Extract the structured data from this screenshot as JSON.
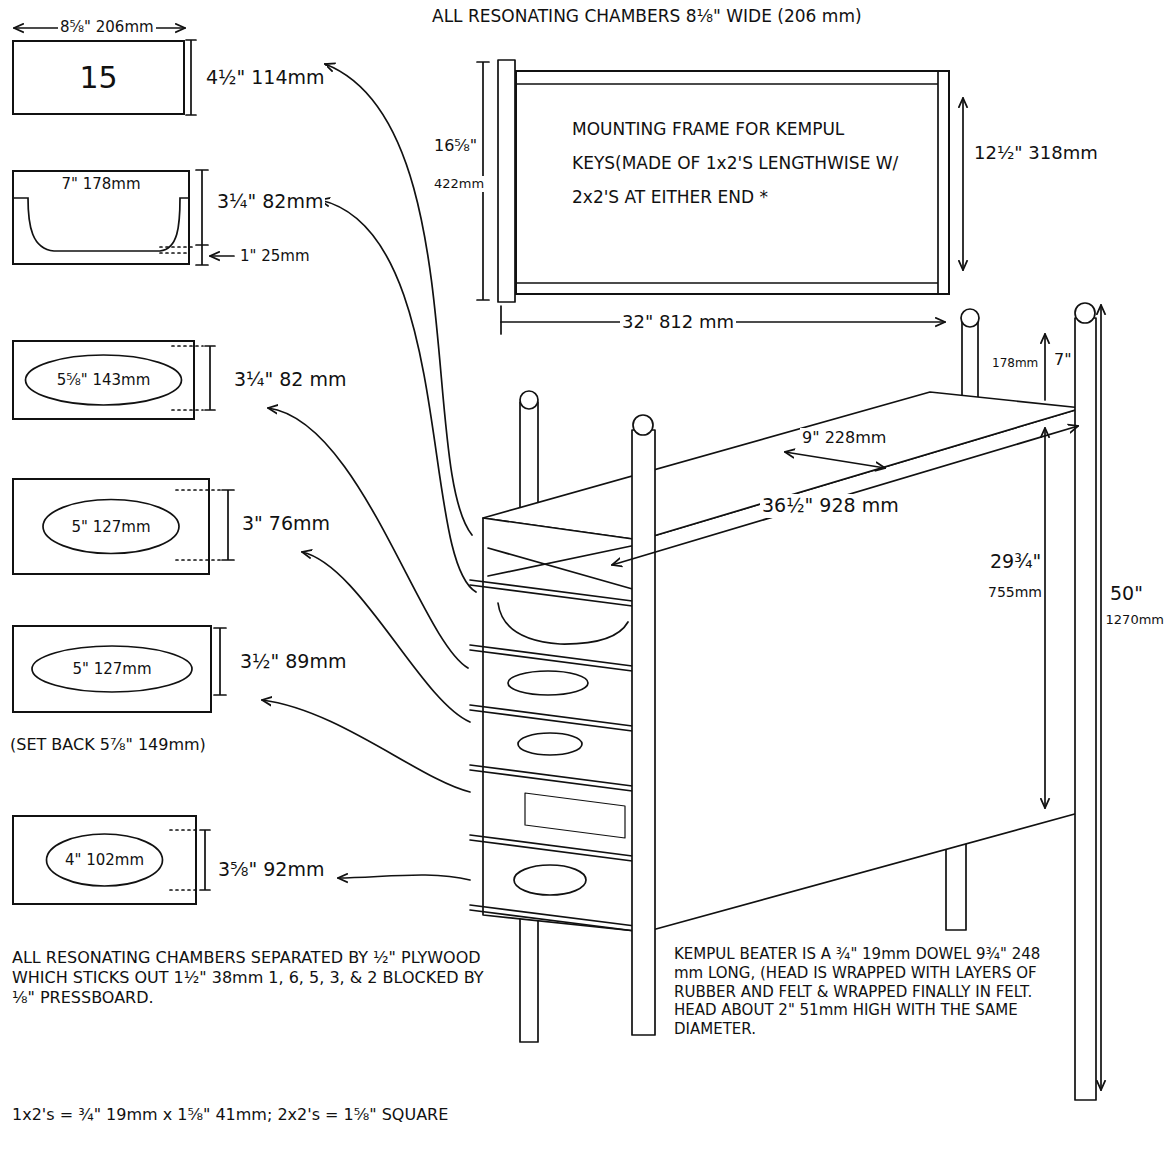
{
  "diagram": {
    "nodes": [
      {
        "text": [
          "15"
        ]
      },
      {
        "text": [
          "7\" 178mm"
        ]
      },
      {
        "text": [
          "5⅝\" 143mm"
        ]
      },
      {
        "text": [
          "5\" 127mm"
        ]
      },
      {
        "text": [
          "5\" 127mm"
        ]
      },
      {
        "text": [
          "4\" 102mm"
        ]
      },
      {
        "text": [
          "MOUNTING FRAME FOR KEMPUL KEYS(MADE OF 1x2'S LENGTHWISE W/ 2x2'S AT EITHER END *"
        ]
      }
    ],
    "labels": [
      "8⅝\" 206mm",
      "ALL RESONATING CHAMBERS 8⅛\" WIDE (206 mm)",
      "4½\" 114mm",
      "3¼\" 82mm",
      "1\" 25mm",
      "3¼\" 82 mm",
      "3\" 76mm",
      "3½\" 89mm",
      "(SET BACK 5⅞\" 149mm)",
      "3⅝\" 92mm",
      "16⅝\"",
      "422mm",
      "12½\" 318mm",
      "32\" 812 mm",
      "178mm",
      "7\"",
      "9\" 228mm",
      "36½\" 928 mm",
      "29¾\"",
      "755mm",
      "50\"",
      "1270mm",
      "ALL RESONATING CHAMBERS SEPARATED BY ½\" PLYWOOD WHICH STICKS OUT 1½\" 38mm 1, 6, 5, 3, & 2 BLOCKED BY ⅛\" PRESSBOARD.",
      "KEMPUL BEATER IS A ¾\" 19mm DOWEL 9¾\" 248 mm LONG, (HEAD IS WRAPPED WITH LAYERS OF RUBBER AND FELT & WRAPPED FINALLY IN FELT. HEAD ABOUT 2\" 51mm HIGH WITH THE SAME DIAMETER.",
      "1x2's = ¾\" 19mm x 1⅝\" 41mm; 2x2's = 1⅝\" SQUARE"
    ]
  }
}
